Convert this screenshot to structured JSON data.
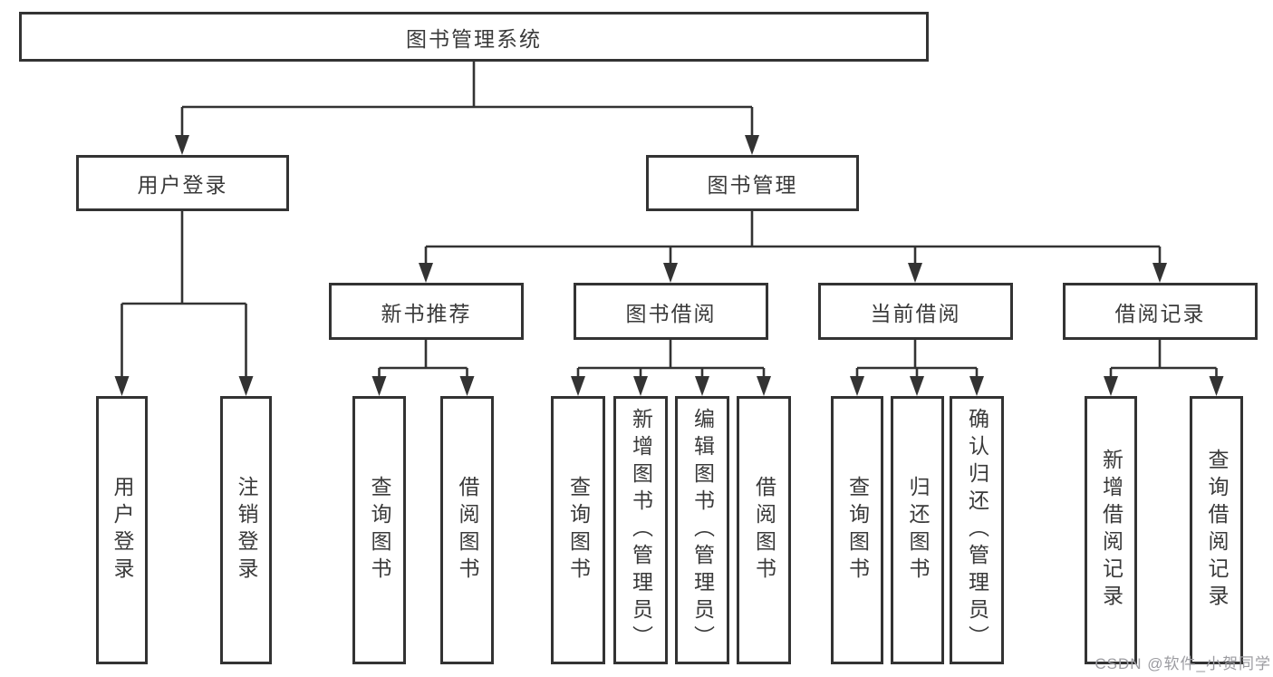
{
  "tree": {
    "root": {
      "label": "图书管理系统"
    },
    "branches": [
      {
        "label": "用户登录",
        "leaves": [
          {
            "label": "用户登录"
          },
          {
            "label": "注销登录"
          }
        ]
      },
      {
        "label": "图书管理",
        "groups": [
          {
            "label": "新书推荐",
            "leaves": [
              {
                "label": "查询图书"
              },
              {
                "label": "借阅图书"
              }
            ]
          },
          {
            "label": "图书借阅",
            "leaves": [
              {
                "label": "查询图书"
              },
              {
                "label": "新增图书（管理员）"
              },
              {
                "label": "编辑图书（管理员）"
              },
              {
                "label": "借阅图书"
              }
            ]
          },
          {
            "label": "当前借阅",
            "leaves": [
              {
                "label": "查询图书"
              },
              {
                "label": "归还图书"
              },
              {
                "label": "确认归还（管理员）"
              }
            ]
          },
          {
            "label": "借阅记录",
            "leaves": [
              {
                "label": "新增借阅记录"
              },
              {
                "label": "查询借阅记录"
              }
            ]
          }
        ]
      }
    ]
  },
  "watermark": {
    "text": "CSDN @软件_小贺同学",
    "color": "#9c9ca1"
  },
  "colors": {
    "line": "#333333",
    "box_border": "#333333",
    "text": "#3a3a3a",
    "background": "#ffffff"
  }
}
